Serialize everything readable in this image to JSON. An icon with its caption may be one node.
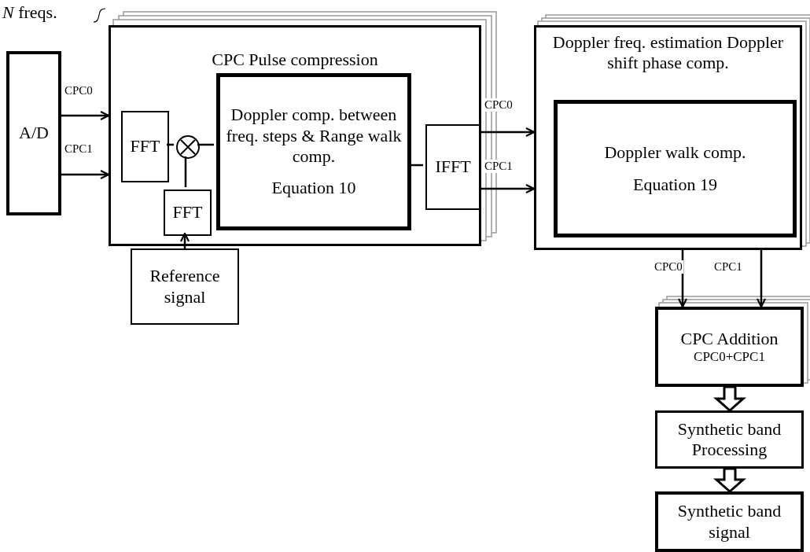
{
  "diagram": {
    "nodes": [
      {
        "text": [
          "A/D"
        ]
      },
      {
        "text": [
          "CPC Pulse compression"
        ]
      },
      {
        "text": [
          "FFT"
        ],
        "in": 1
      },
      {
        "text": [],
        "shape": "circle",
        "in": 1
      },
      {
        "text": [
          "FFT"
        ],
        "in": 1
      },
      {
        "text": [
          "Doppler comp. between freq. steps & Range walk comp.",
          "Equation 10"
        ],
        "in": 1
      },
      {
        "text": [
          "IFFT"
        ],
        "in": 1
      },
      {
        "text": [
          "Reference signal"
        ]
      },
      {
        "text": [
          "Doppler freq. estimation Doppler shift phase comp."
        ]
      },
      {
        "text": [
          "Doppler walk comp.",
          "Equation 19"
        ],
        "in": 8
      },
      {
        "text": [
          "CPC Addition",
          "CPC0+CPC1"
        ]
      },
      {
        "text": [
          "Synthetic band Processing"
        ]
      },
      {
        "text": [
          "Synthetic band signal"
        ]
      }
    ],
    "edges": [
      {
        "from": 0,
        "to": 1,
        "arrow": "to",
        "label": "CPC0"
      },
      {
        "from": 0,
        "to": 1,
        "arrow": "to",
        "label": "CPC1"
      },
      {
        "from": 2,
        "to": 3,
        "arrow": "none"
      },
      {
        "from": 3,
        "to": 5,
        "arrow": "none"
      },
      {
        "from": 4,
        "to": 3,
        "arrow": "none"
      },
      {
        "from": 5,
        "to": 6,
        "arrow": "none"
      },
      {
        "from": 7,
        "to": 4,
        "arrow": "to"
      },
      {
        "from": 1,
        "to": 8,
        "arrow": "to",
        "label": "CPC0"
      },
      {
        "from": 1,
        "to": 8,
        "arrow": "to",
        "label": "CPC1"
      },
      {
        "from": 8,
        "to": 10,
        "arrow": "to",
        "label": "CPC0"
      },
      {
        "from": 8,
        "to": 10,
        "arrow": "to",
        "label": "CPC1"
      },
      {
        "from": 10,
        "to": 11,
        "arrow": "to",
        "style": "thick"
      },
      {
        "from": 11,
        "to": 12,
        "arrow": "to",
        "style": "thick"
      }
    ],
    "labels": [
      "*N* freqs."
    ]
  }
}
